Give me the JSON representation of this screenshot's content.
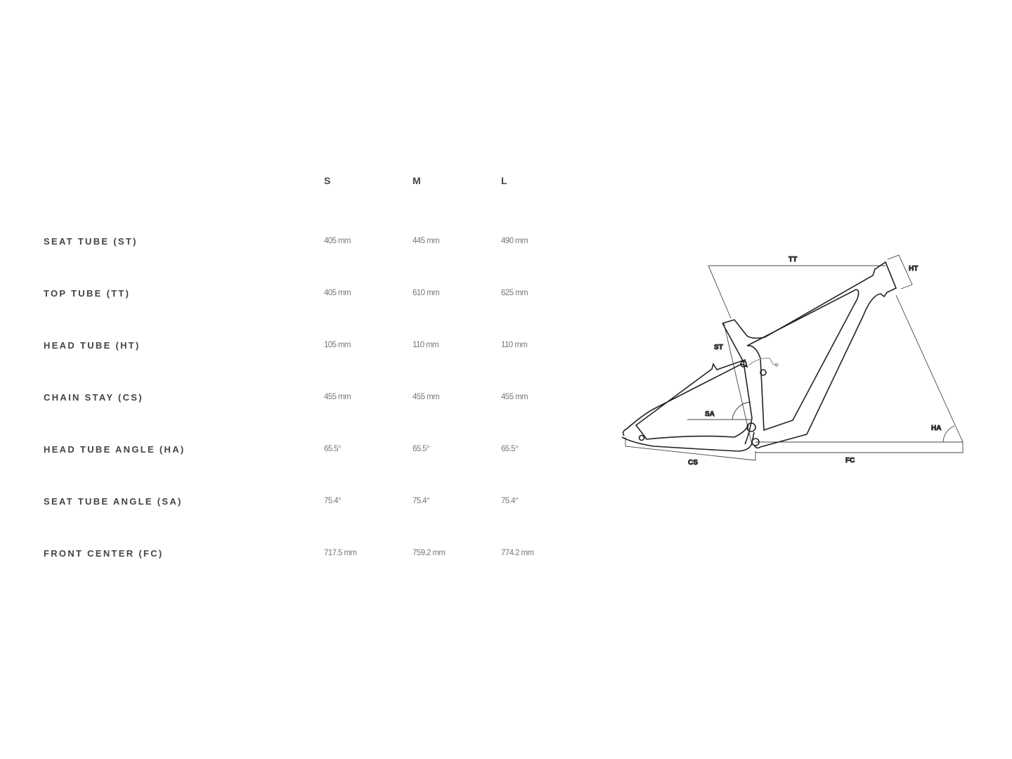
{
  "sizes": [
    "S",
    "M",
    "L"
  ],
  "rows": [
    {
      "label": "SEAT TUBE (ST)",
      "values": [
        "405 mm",
        "445 mm",
        "490 mm"
      ]
    },
    {
      "label": "TOP TUBE (TT)",
      "values": [
        "405 mm",
        "610 mm",
        "625 mm"
      ]
    },
    {
      "label": "HEAD TUBE (HT)",
      "values": [
        "105 mm",
        "110 mm",
        "110 mm"
      ]
    },
    {
      "label": "CHAIN STAY (CS)",
      "values": [
        "455 mm",
        "455 mm",
        "455 mm"
      ]
    },
    {
      "label": "HEAD TUBE ANGLE (HA)",
      "values": [
        "65.5°",
        "65.5°",
        "65.5°"
      ]
    },
    {
      "label": "SEAT TUBE ANGLE (SA)",
      "values": [
        "75.4°",
        "75.4°",
        "75.4°"
      ]
    },
    {
      "label": "FRONT CENTER (FC)",
      "values": [
        "717.5 mm",
        "759.2 mm",
        "774.2 mm"
      ]
    }
  ],
  "diagram": {
    "tt": "TT",
    "ht": "HT",
    "st": "ST",
    "sa": "SA",
    "ha": "HA",
    "cs": "CS",
    "fc": "FC"
  }
}
